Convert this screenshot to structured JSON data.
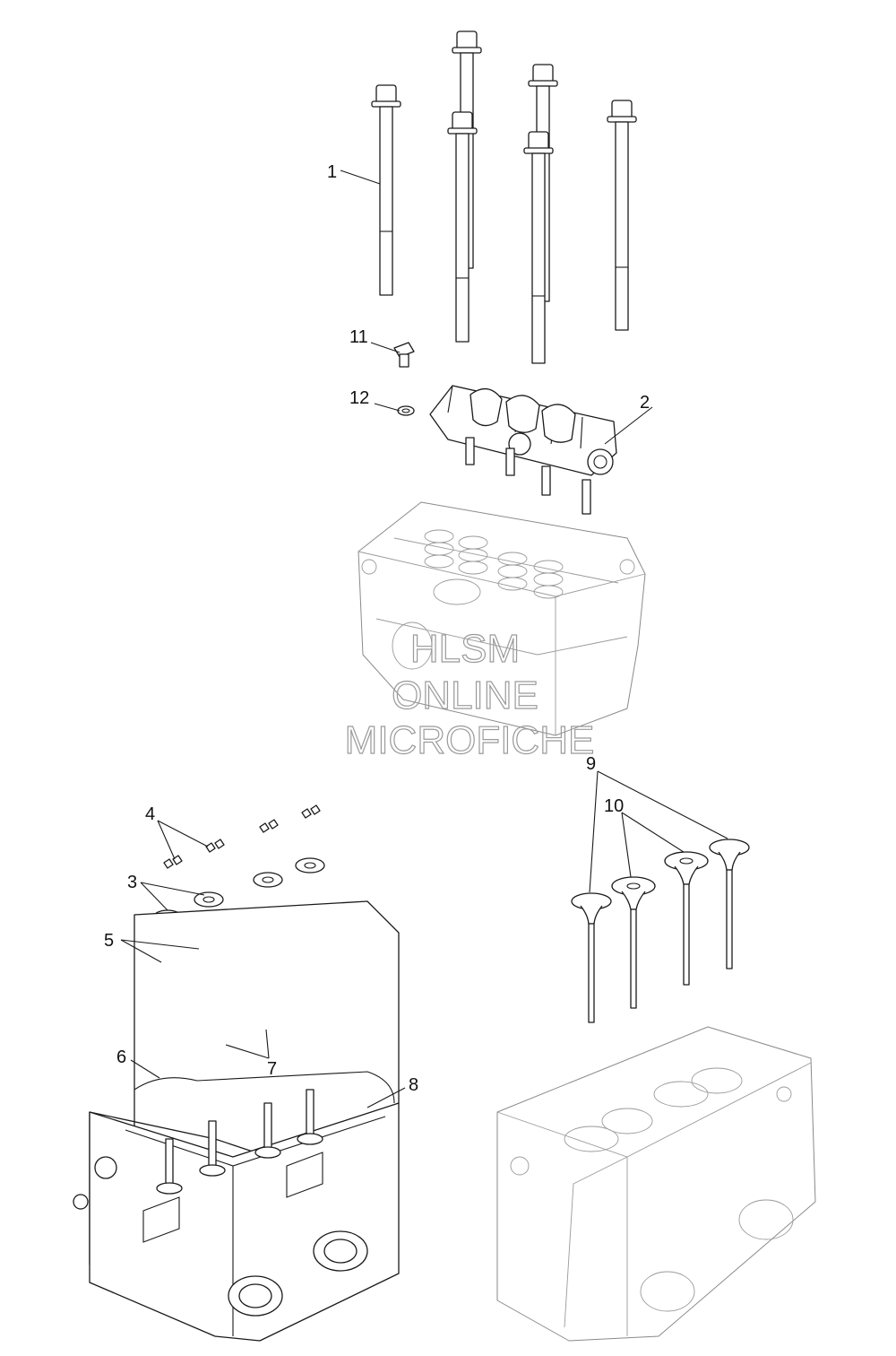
{
  "watermark": {
    "line1": "HLSM",
    "line2": "ONLINE",
    "line3": "MICROFICHE"
  },
  "callouts": {
    "c1": "1",
    "c2": "2",
    "c3": "3",
    "c4": "4",
    "c5": "5",
    "c6": "6",
    "c7": "7",
    "c8": "8",
    "c9": "9",
    "c10": "10",
    "c11": "11",
    "c12": "12"
  },
  "colors": {
    "line": "#1a1a1a",
    "ghost_line": "#8a8a8a",
    "watermark": "#9a9a9a",
    "background": "#ffffff"
  }
}
